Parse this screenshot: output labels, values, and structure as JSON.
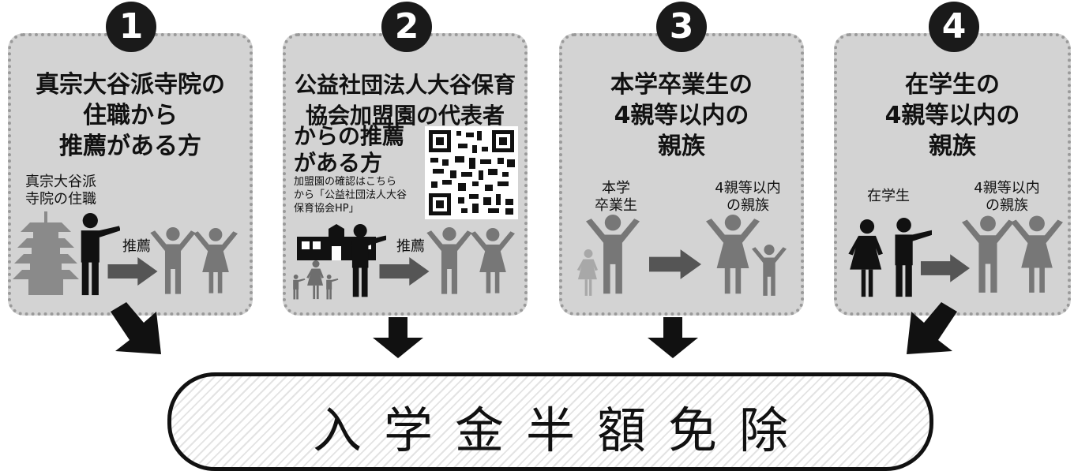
{
  "steps": [
    {
      "number": "1",
      "title": "真宗大谷派寺院の\n住職から\n推薦がある方",
      "label_left": "真宗大谷派\n寺院の住職",
      "arrow_label": "推薦"
    },
    {
      "number": "2",
      "title_top": "公益社団法人大谷保育\n協会加盟園の代表者",
      "title_bottom": "からの推薦\nがある方",
      "note": "加盟園の確認はこちら\nから「公益社団法人大谷\n保育協会HP」",
      "arrow_label": "推薦",
      "qr_alt": "QRコード"
    },
    {
      "number": "3",
      "title": "本学卒業生の\n4親等以内の\n親族",
      "label_left": "本学\n卒業生",
      "label_right": "4親等以内\nの親族"
    },
    {
      "number": "4",
      "title": "在学生の\n4親等以内の\n親族",
      "label_left": "在学生",
      "label_right": "4親等以内\nの親族"
    }
  ],
  "result": "入学金半額免除",
  "colors": {
    "panel": "#d3d3d3",
    "panel_border": "#9a9a9a",
    "dark": "#1a1a1a",
    "grey_figure": "#6e6e6e"
  }
}
